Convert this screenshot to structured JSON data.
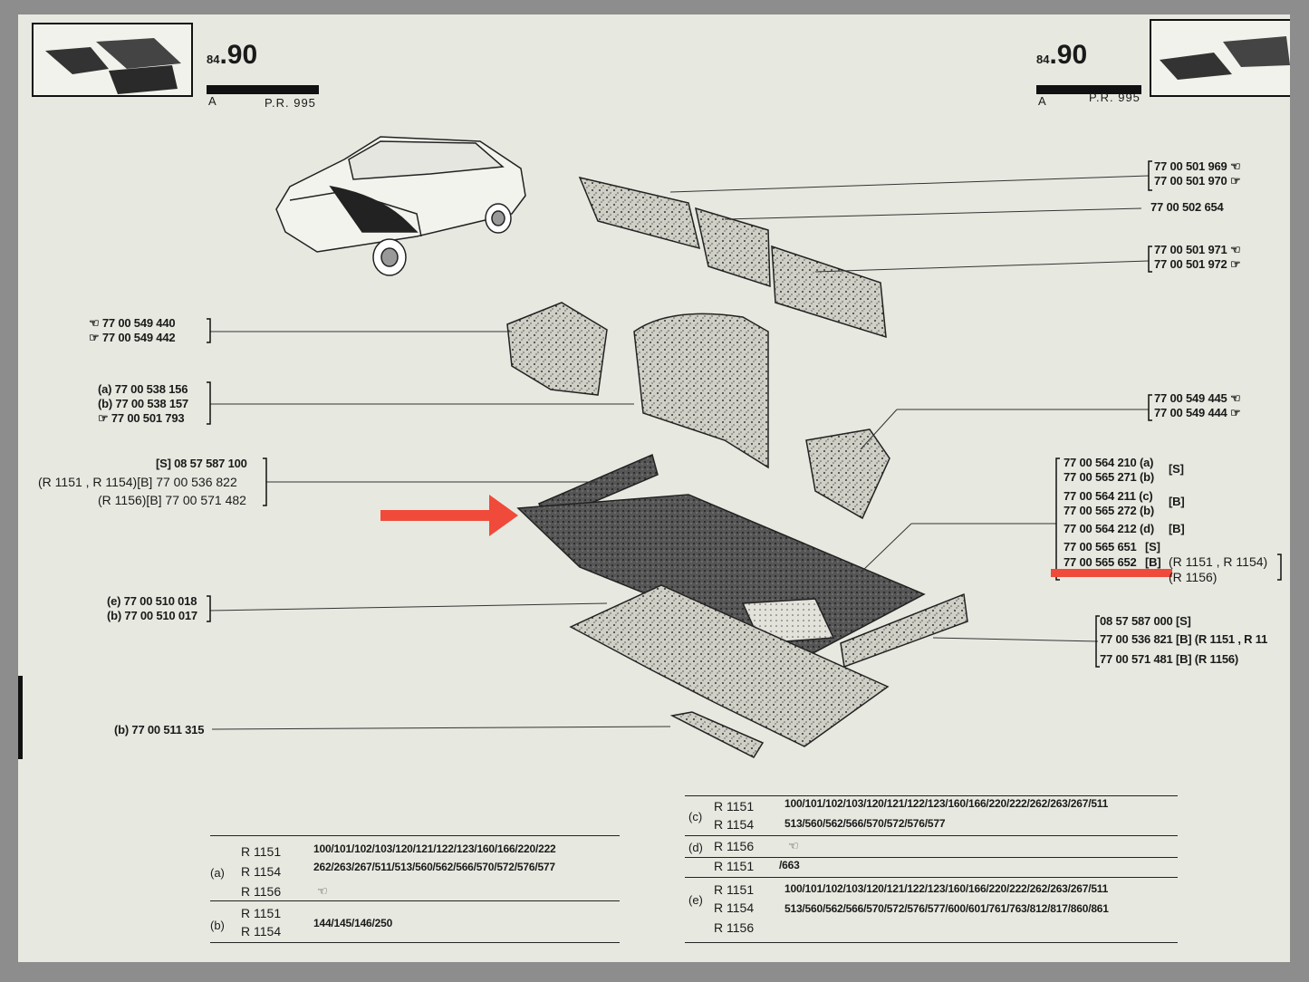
{
  "header_left": {
    "page_number": "84",
    "page_sub": ".90",
    "letter": "A",
    "pr": "P.R. 995"
  },
  "header_right": {
    "page_number": "84",
    "page_sub": ".90",
    "letter": "A",
    "pr": "P.R. 995"
  },
  "callouts_left": [
    {
      "lines": [
        "☜ 77 00 549 440",
        "☞ 77 00 549 442"
      ]
    },
    {
      "lines": [
        "(a) 77 00 538 156",
        "(b) 77 00 538 157",
        "☞ 77 00 501 793"
      ]
    },
    {
      "lines": [
        "[S] 08 57 587 100",
        "(R 1151 , R 1154)[B] 77 00 536 822",
        "(R 1156)[B] 77 00 571 482"
      ]
    },
    {
      "lines": [
        "(e) 77 00 510 018",
        "(b) 77 00 510 017"
      ]
    },
    {
      "lines": [
        "(b) 77 00 511 315"
      ]
    }
  ],
  "callouts_right": [
    {
      "lines": [
        "77 00 501 969 ☜",
        "77 00 501 970 ☞"
      ]
    },
    {
      "lines": [
        "77 00 502 654"
      ]
    },
    {
      "lines": [
        "77 00 501 971 ☜",
        "77 00 501 972 ☞"
      ]
    },
    {
      "lines": [
        "77 00 549 445 ☜",
        "77 00 549 444 ☞"
      ]
    },
    {
      "lines": [
        "77 00 564 210 (a)",
        "77 00 565 271 (b)",
        "77 00 564 211 (c)",
        "77 00 565 272 (b)",
        "77 00 564 212 (d)",
        "77 00 565 651",
        "77 00 565 652"
      ],
      "marks": [
        "[S]",
        "[B]",
        "[B]",
        "[S]",
        "[B]"
      ],
      "tails": [
        "(R 1151 , R 1154)",
        "(R 1156)"
      ]
    },
    {
      "lines": [
        "08 57 587 000 [S]",
        "77 00 536 821 [B] (R 1151 , R 11",
        "77 00 571 481 [B] (R 1156)"
      ]
    }
  ],
  "table_left": {
    "rows": [
      {
        "label": "(a)",
        "models": [
          "R 1151",
          "R 1154",
          "R 1156"
        ],
        "codes": [
          "100/101/102/103/120/121/122/123/160/166/220/222",
          "262/263/267/511/513/560/562/566/570/572/576/577",
          "☜"
        ]
      },
      {
        "label": "(b)",
        "models": [
          "R 1151",
          "R 1154"
        ],
        "codes": [
          "144/145/146/250"
        ]
      }
    ]
  },
  "table_right": {
    "rows": [
      {
        "label": "(c)",
        "models": [
          "R 1151",
          "R 1154"
        ],
        "codes": [
          "100/101/102/103/120/121/122/123/160/166/220/222/262/263/267/511",
          "513/560/562/566/570/572/576/577"
        ]
      },
      {
        "label": "(d)",
        "models": [
          "R 1156"
        ],
        "codes": [
          "☜"
        ]
      },
      {
        "label": "",
        "models": [
          "R 1151"
        ],
        "codes": [
          "/663"
        ]
      },
      {
        "label": "(e)",
        "models": [
          "R 1151",
          "R 1154",
          "R 1156"
        ],
        "codes": [
          "100/101/102/103/120/121/122/123/160/166/220/222/262/263/267/511",
          "513/560/562/566/570/572/576/577/600/601/761/763/812/817/860/861"
        ]
      }
    ]
  },
  "annotation": {
    "arrow_color": "#f04a3a",
    "underline_color": "#f04a3a"
  }
}
